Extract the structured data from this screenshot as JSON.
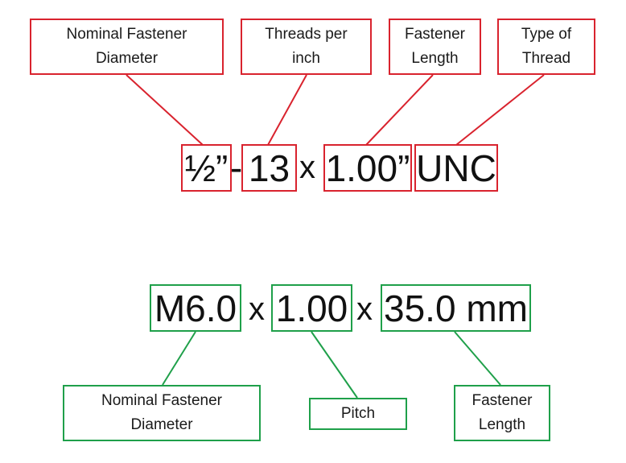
{
  "imperial": {
    "labels": {
      "nominal_diameter": "Nominal Fastener\nDiameter",
      "threads_per_inch": "Threads per\ninch",
      "fastener_length": "Fastener\nLength",
      "thread_type": "Type of\nThread"
    },
    "formula": {
      "diameter": "½”",
      "dash": "-",
      "tpi": "13",
      "times": "x",
      "length": "1.00”",
      "thread": "UNC"
    },
    "color": "#d9232e"
  },
  "metric": {
    "labels": {
      "nominal_diameter": "Nominal Fastener\nDiameter",
      "pitch": "Pitch",
      "fastener_length": "Fastener\nLength"
    },
    "formula": {
      "diameter": "M6.0",
      "times1": "x",
      "pitch": "1.00",
      "times2": "x",
      "length": "35.0 mm"
    },
    "color": "#1fa04a"
  }
}
